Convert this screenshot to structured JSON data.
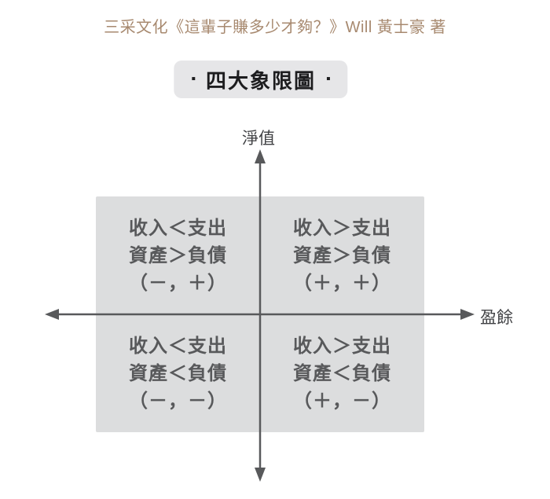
{
  "header": {
    "book_title": "三采文化《這輩子賺多少才夠？》Will 黃士豪 著"
  },
  "badge": {
    "bullet": "▪",
    "label": "四大象限圖"
  },
  "axes": {
    "y_label": "淨值",
    "x_label": "盈餘"
  },
  "quadrants": {
    "top_left": {
      "line1": "收入＜支出",
      "line2": "資產＞負債",
      "line3": "（－，＋）"
    },
    "top_right": {
      "line1": "收入＞支出",
      "line2": "資產＞負債",
      "line3": "（＋，＋）"
    },
    "bottom_left": {
      "line1": "收入＜支出",
      "line2": "資產＜負債",
      "line3": "（－，－）"
    },
    "bottom_right": {
      "line1": "收入＞支出",
      "line2": "資產＜負債",
      "line3": "（＋，－）"
    }
  },
  "colors": {
    "title_brown": "#a7896f",
    "badge_bg": "#e6e6e8",
    "badge_text": "#1d1d1f",
    "quadrant_bg": "#dcddde",
    "quadrant_text": "#58595b",
    "axis": "#58595b",
    "axis_label": "#3f4043",
    "page_bg": "#ffffff"
  }
}
